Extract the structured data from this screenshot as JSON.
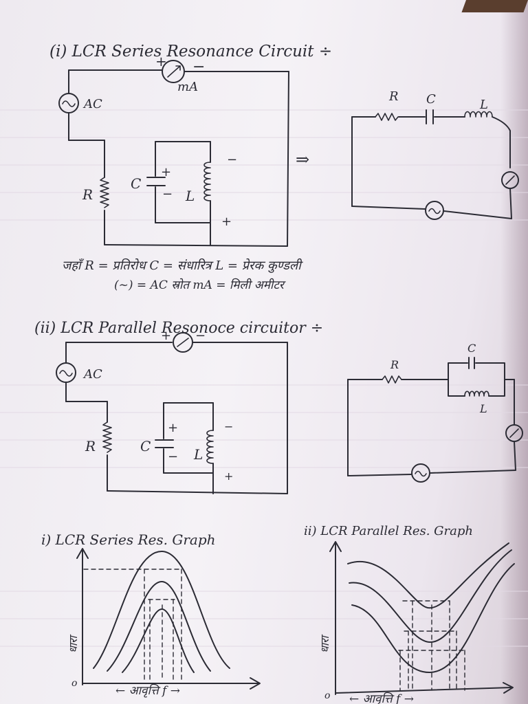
{
  "section1": {
    "heading": "(i) LCR Series Resonance Circuit ÷",
    "labels": {
      "plus": "+",
      "minus": "−",
      "meter": "mA",
      "ac": "AC",
      "r": "R",
      "c": "C",
      "l": "L",
      "arrow": "⇒"
    },
    "legend_line1": "जहाँ  R = प्रतिरोध      C = संधारित्र      L = प्रेरक कुण्डली",
    "legend_line2": "(~) = AC स्रोत        mA = मिली अमीटर"
  },
  "section2": {
    "heading": "(ii) LCR Parallel Resonoce circuitor ÷",
    "labels": {
      "plus": "+",
      "minus": "−",
      "ac": "AC",
      "r": "R",
      "c": "C",
      "l": "L"
    }
  },
  "graphs": {
    "series_title": "i) LCR Series Res. Graph",
    "parallel_title": "ii) LCR Parallel Res. Graph",
    "y_label": "धारा",
    "x_label": "← आवृत्ति f →",
    "origin": "o"
  },
  "colors": {
    "ink": "#2b2b34",
    "paper": "#f3eff4"
  }
}
